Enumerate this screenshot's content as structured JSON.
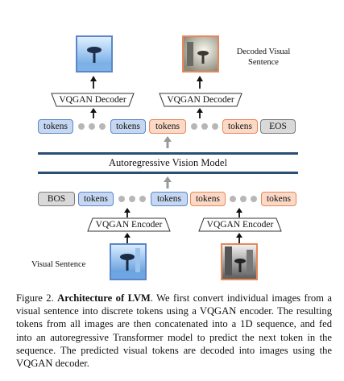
{
  "figure": {
    "decoded_label": "Decoded Visual Sentence",
    "visual_sentence_label": "Visual Sentence",
    "model_label": "Autoregressive Vision Model",
    "decoder_label": "VQGAN Decoder",
    "encoder_label": "VQGAN Encoder",
    "top_row": [
      "tokens",
      "tokens",
      "tokens",
      "tokens",
      "EOS"
    ],
    "bottom_row": [
      "BOS",
      "tokens",
      "tokens",
      "tokens",
      "tokens"
    ],
    "colors": {
      "blue_border": "#5c86c8",
      "blue_fill": "#c6d7f2",
      "orange_border": "#e6885a",
      "orange_fill": "#fbd9c6",
      "model_bar": "#2b4f73"
    }
  },
  "caption": {
    "label": "Figure 2.",
    "title": "Architecture of LVM",
    "body": ". We first convert individual images from a visual sentence into discrete tokens using a VQGAN encoder. The resulting tokens from all images are then concatenated into a 1D sequence, and fed into an autoregressive Transformer model to predict the next token in the sequence. The predicted visual tokens are decoded into images using the VQGAN decoder."
  }
}
